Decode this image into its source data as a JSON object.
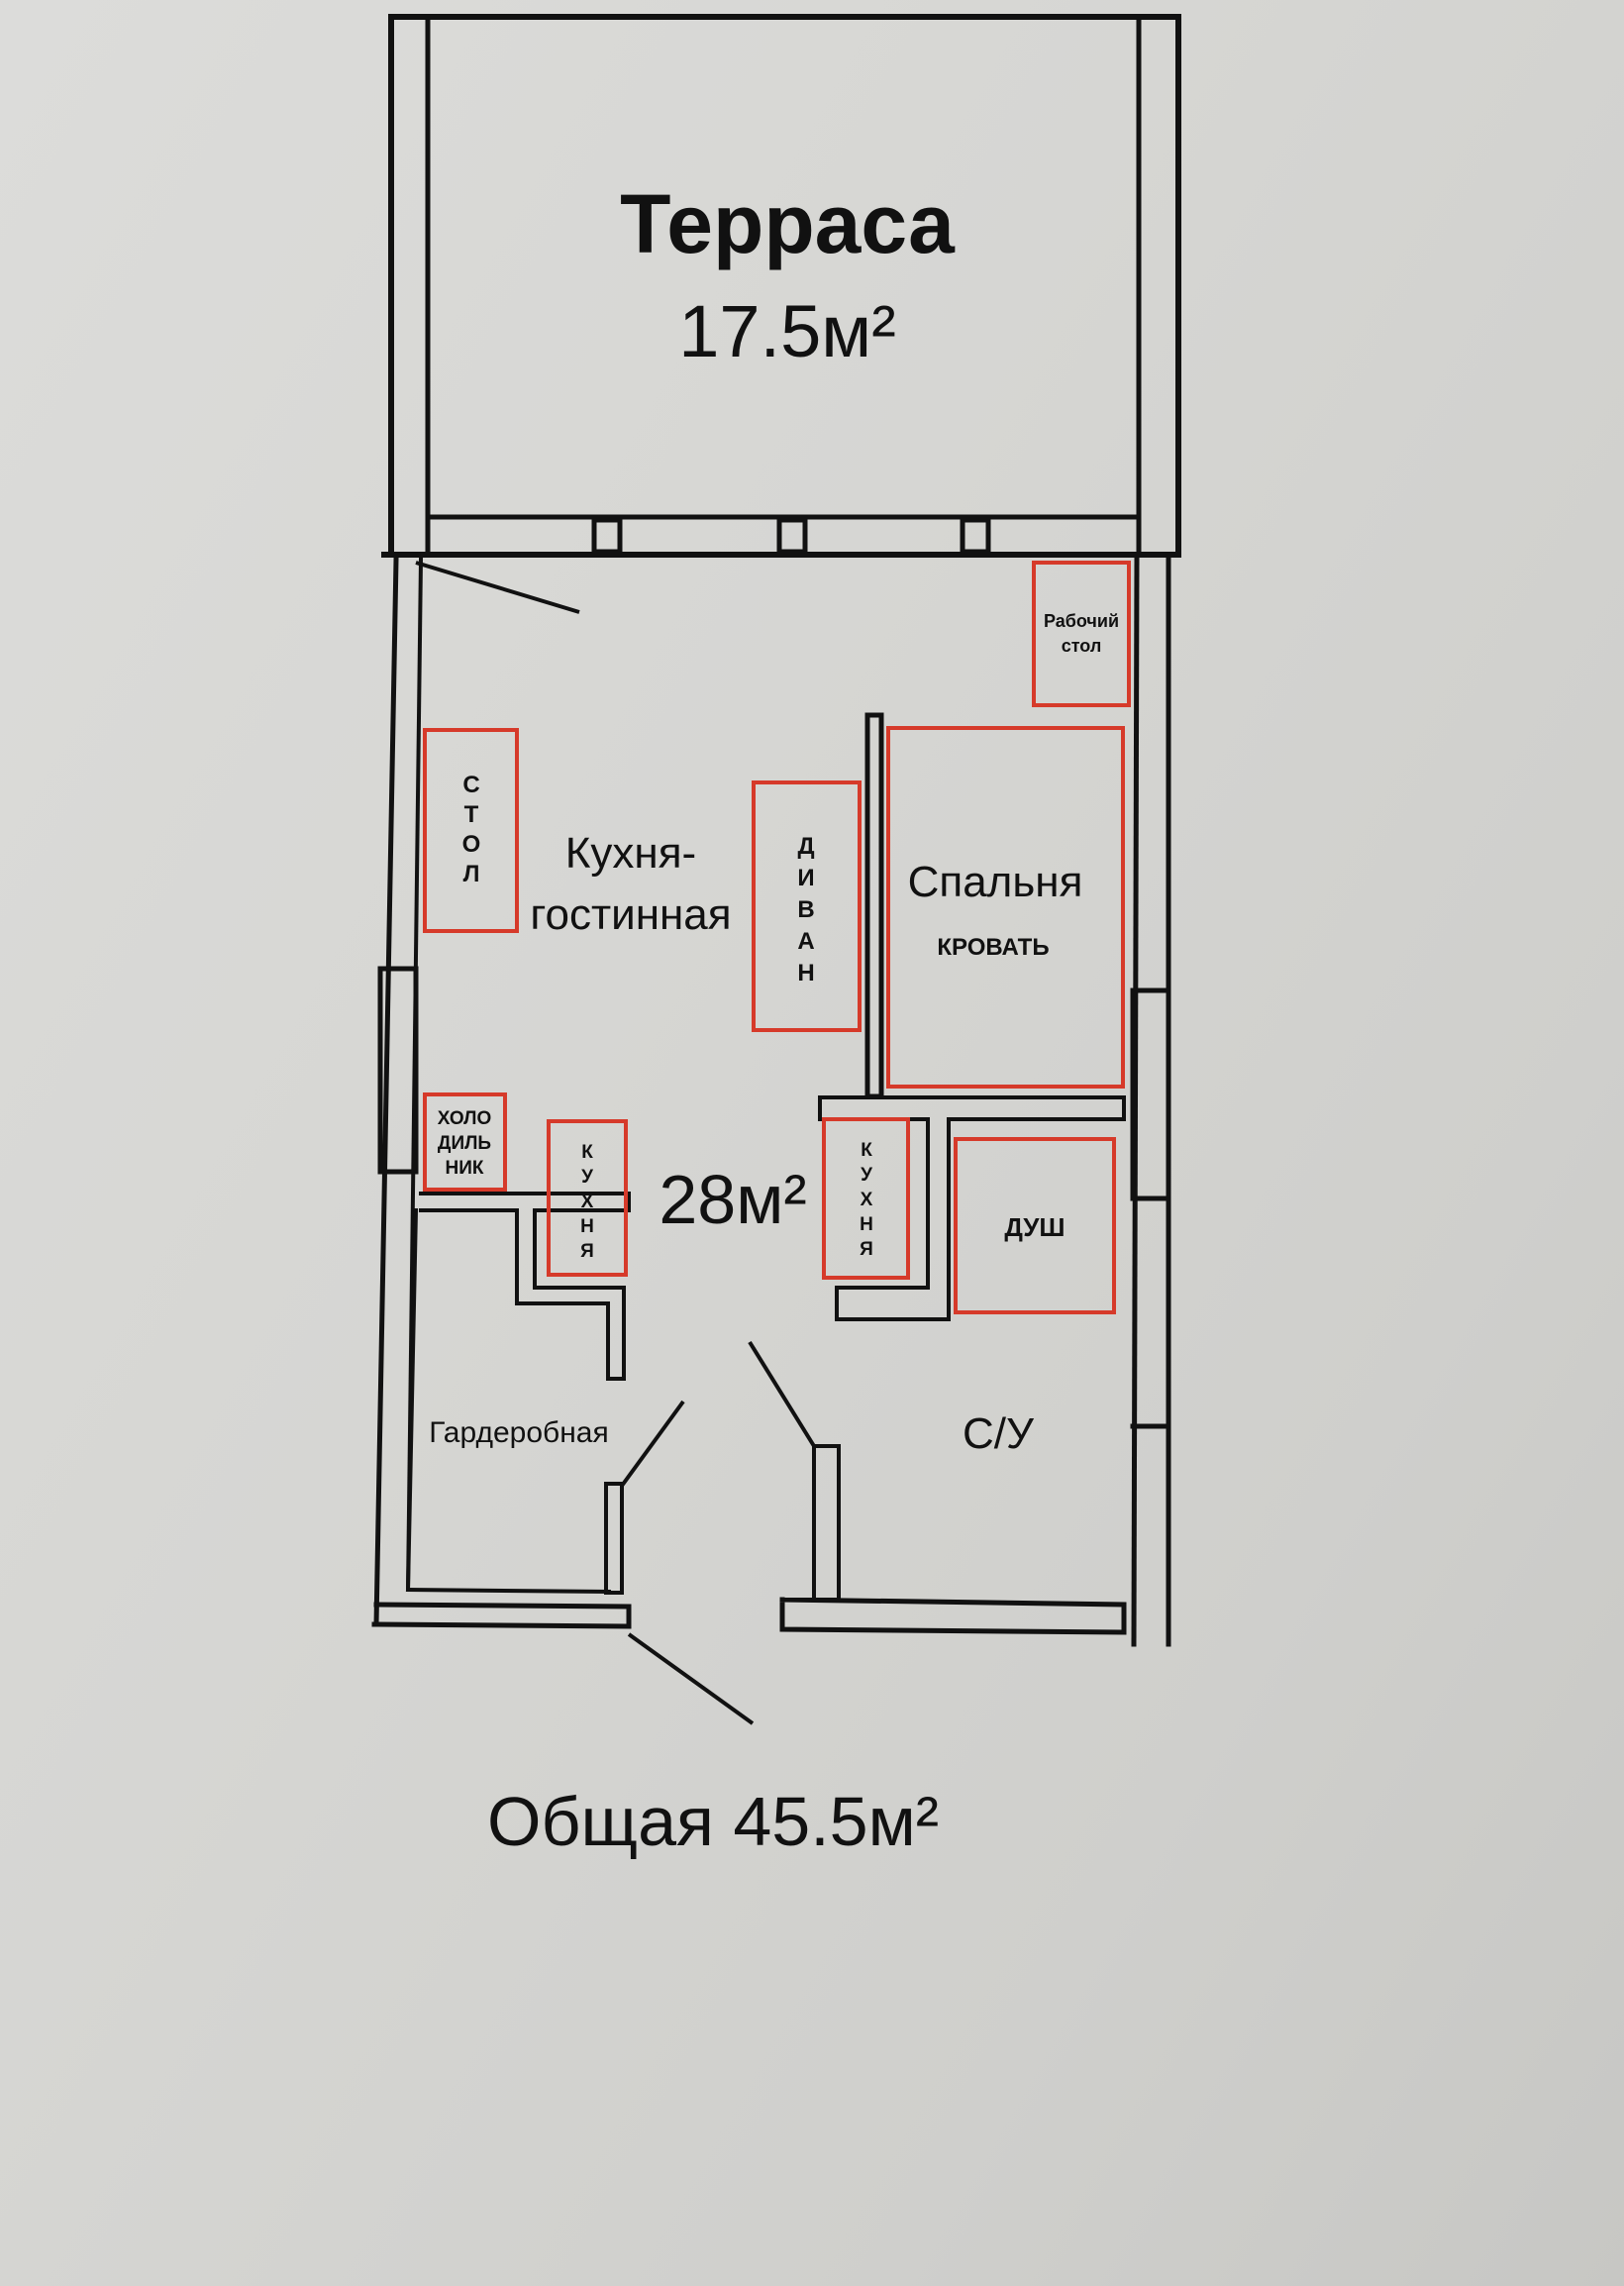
{
  "colors": {
    "wall": "#111111",
    "furniture": "#d63a2a",
    "background": "#d6d6d3"
  },
  "terrace": {
    "name": "Терраса",
    "area": "17.5м²"
  },
  "living": {
    "line1": "Кухня-",
    "line2": "гостинная",
    "area": "28м²"
  },
  "bedroom": {
    "name": "Спальня"
  },
  "wardrobe": {
    "name": "Гардеробная"
  },
  "bathroom": {
    "name": "С/У"
  },
  "furniture": {
    "desk_line1": "Рабочий",
    "desk_line2": "стол",
    "table": [
      "С",
      "Т",
      "О",
      "Л"
    ],
    "sofa": [
      "Д",
      "И",
      "В",
      "А",
      "Н"
    ],
    "bed": "КРОВАТЬ",
    "fridge": [
      "ХОЛО",
      "ДИЛЬ",
      "НИК"
    ],
    "kitchen": [
      "К",
      "У",
      "Х",
      "Н",
      "Я"
    ],
    "shower": "ДУШ"
  },
  "total": "Общая 45.5м²"
}
